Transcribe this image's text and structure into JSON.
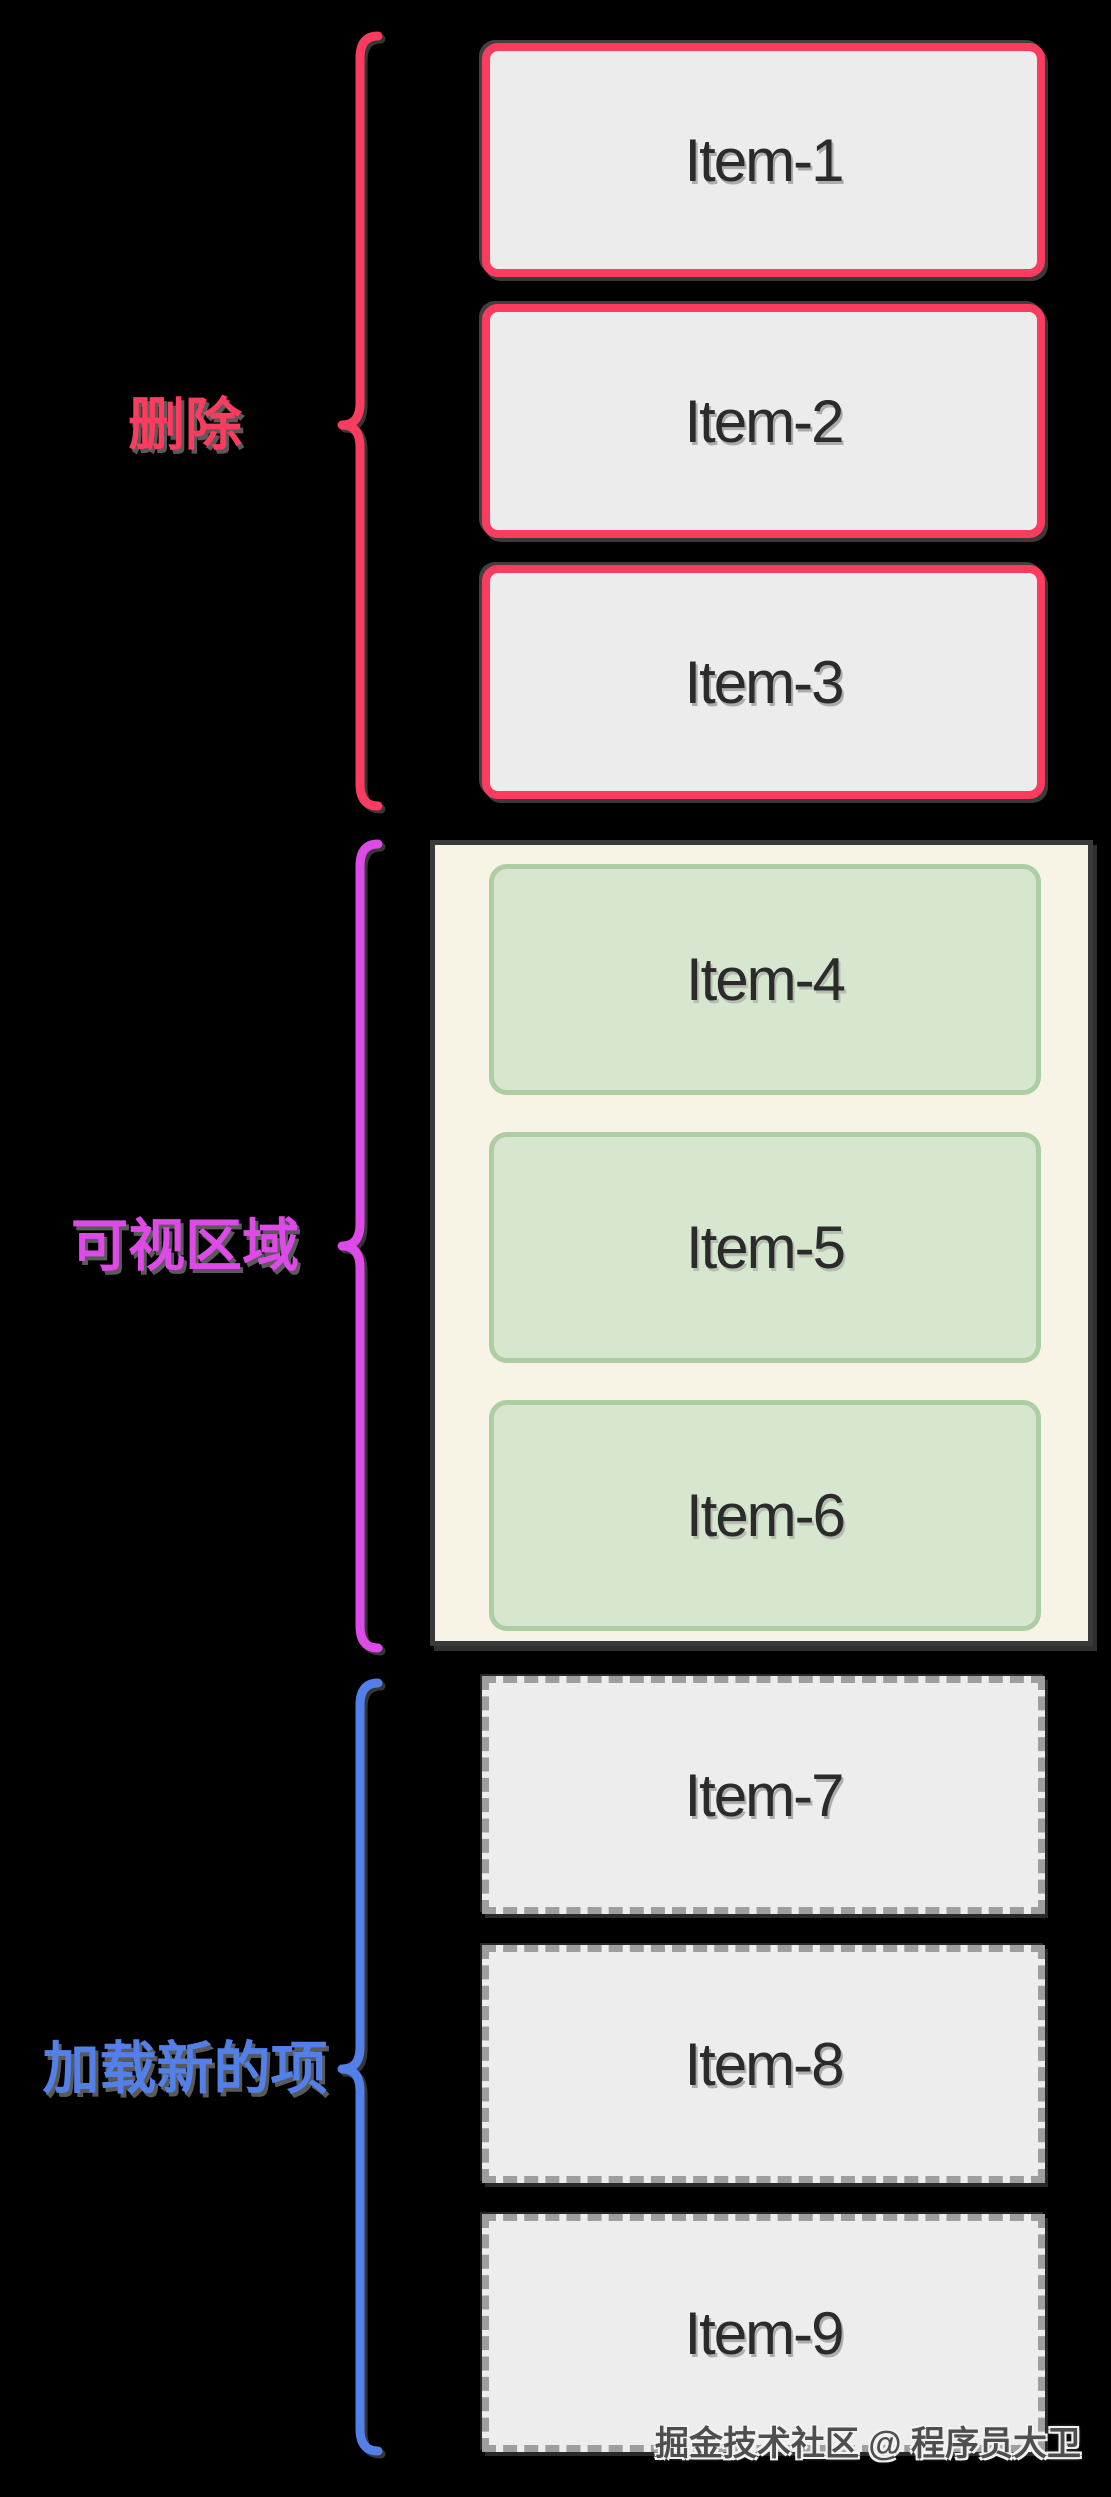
{
  "background": "#000000",
  "sections": {
    "removed": {
      "label": "删除",
      "color": "#fb3c5e",
      "item_fill": "#ececec",
      "item_border": "#fb3c5e",
      "items": [
        {
          "label": "Item-1"
        },
        {
          "label": "Item-2"
        },
        {
          "label": "Item-3"
        }
      ]
    },
    "visible": {
      "label": "可视区域",
      "color": "#dd4ae8",
      "viewport_fill": "#f7f4e5",
      "viewport_border": "#3a3a3a",
      "item_fill": "#d7e6ce",
      "item_border": "#adcda2",
      "items": [
        {
          "label": "Item-4"
        },
        {
          "label": "Item-5"
        },
        {
          "label": "Item-6"
        }
      ]
    },
    "loading": {
      "label": "加载新的项",
      "color": "#5380e8",
      "item_fill": "#ededed",
      "item_border": "#9e9e9e",
      "items": [
        {
          "label": "Item-7"
        },
        {
          "label": "Item-8"
        },
        {
          "label": "Item-9"
        }
      ]
    }
  },
  "item_text_color": "#2b2b2b",
  "watermark": {
    "text": "掘金技术社区 @ 程序员大卫",
    "color": "#4e4e4e"
  }
}
